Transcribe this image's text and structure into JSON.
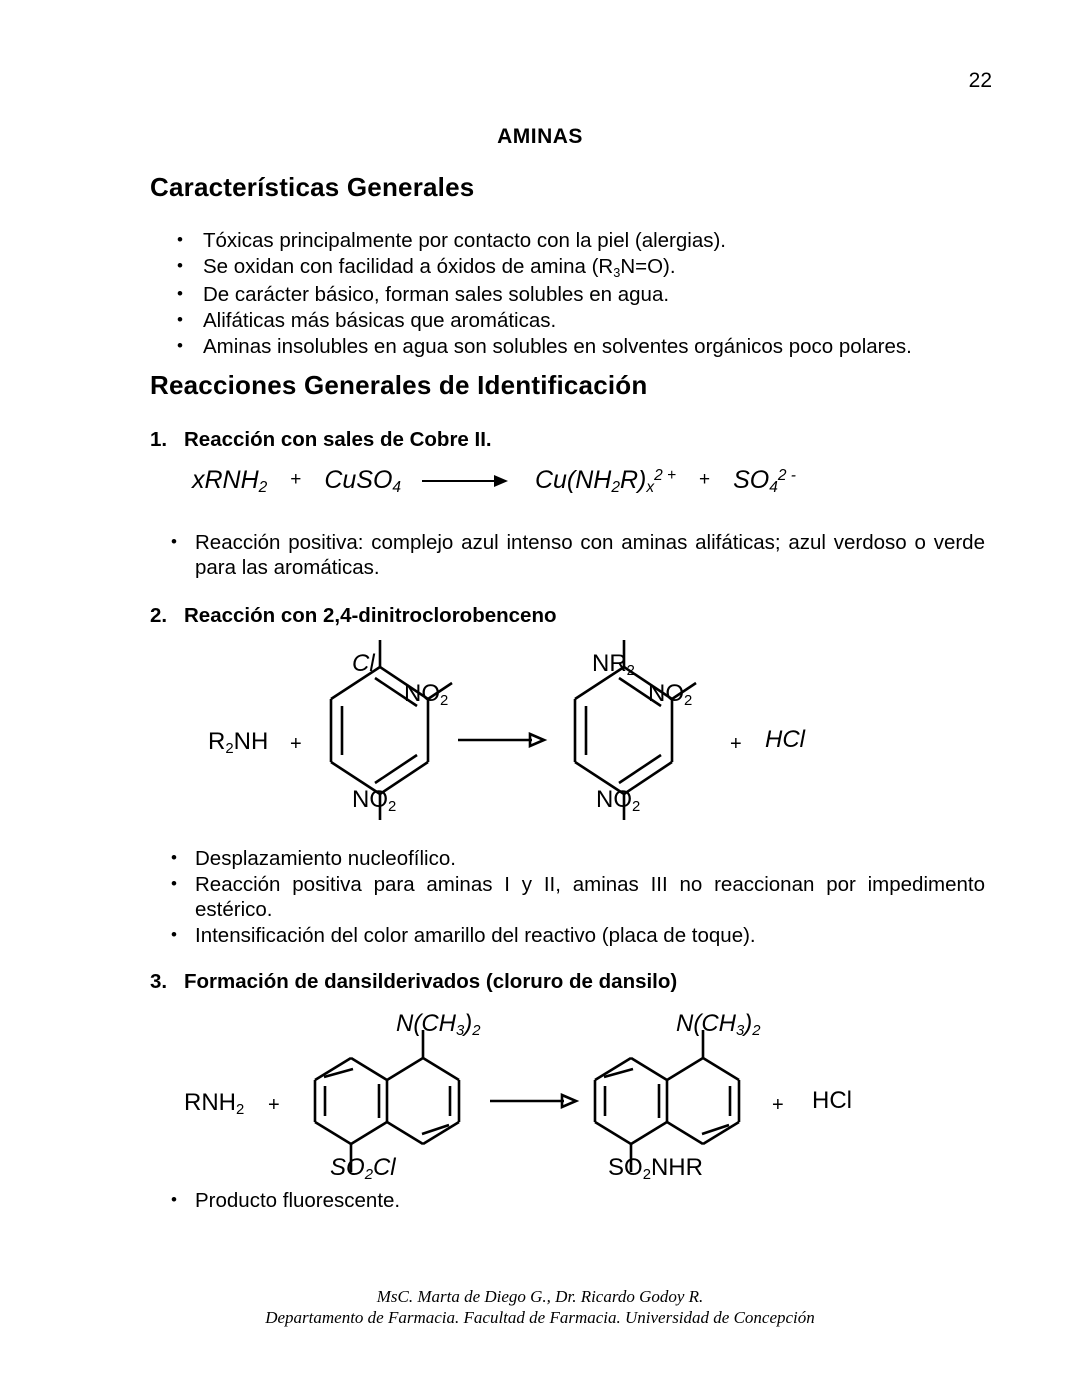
{
  "document": {
    "page_number": "22",
    "title": "AMINAS"
  },
  "sections": {
    "caracteristicas": {
      "heading": "Características Generales",
      "bullets": [
        "Tóxicas principalmente por contacto con la piel (alergias).",
        "Se oxidan con facilidad a óxidos de amina (R3N=O).",
        "De carácter básico, forman sales solubles en agua.",
        "Alifáticas más básicas que aromáticas.",
        "Aminas insolubles en agua son solubles en solventes orgánicos poco polares."
      ]
    },
    "reacciones": {
      "heading": "Reacciones Generales de Identificación"
    }
  },
  "reaction1": {
    "number": "1.",
    "title": "Reacción con sales de Cobre II.",
    "equation": {
      "reactant1": "xRNH",
      "reactant1_sub": "2",
      "plus1": "+",
      "reactant2": "CuSO",
      "reactant2_sub": "4",
      "arrow": "arrow-right",
      "product1": "Cu(NH",
      "product1_sub1": "2",
      "product1_mid": "R)",
      "product1_sub2": "x",
      "product1_sup": "2 +",
      "plus2": "+",
      "product2": "SO",
      "product2_sub": "4",
      "product2_sup": "2 -"
    },
    "bullets": [
      "Reacción positiva: complejo azul intenso con aminas alifáticas; azul verdoso o verde para las aromáticas."
    ]
  },
  "reaction2": {
    "number": "2.",
    "title": "Reacción con 2,4-dinitroclorobenceno",
    "scheme": {
      "amine": "R",
      "amine_sub": "2",
      "amine_rest": "NH",
      "plus_left": "+",
      "reactant_ring": {
        "top_substituent": "Cl",
        "ortho_substituent": "NO",
        "ortho_sub": "2",
        "para_substituent": "NO",
        "para_sub": "2"
      },
      "arrow": "arrow-right",
      "product_ring": {
        "top_substituent": "NR",
        "top_sub": "2",
        "ortho_substituent": "NO",
        "ortho_sub": "2",
        "para_substituent": "NO",
        "para_sub": "2"
      },
      "plus_right": "+",
      "byproduct": "HCl"
    },
    "bullets": [
      "Desplazamiento nucleofílico.",
      "Reacción positiva para aminas I y II, aminas III no reaccionan por impedimento estérico.",
      "Intensificación del color amarillo del reactivo (placa de toque)."
    ]
  },
  "reaction3": {
    "number": "3.",
    "title": "Formación de dansilderivados (cloruro de dansilo)",
    "scheme": {
      "amine": "RNH",
      "amine_sub": "2",
      "plus_left": "+",
      "reactant_ring": {
        "top_substituent": "N(CH",
        "top_sub1": "3",
        "top_mid": ")",
        "top_sub2": "2",
        "bottom_substituent": "SO",
        "bottom_sub": "2",
        "bottom_rest": "Cl"
      },
      "arrow": "arrow-right",
      "product_ring": {
        "top_substituent": "N(CH",
        "top_sub1": "3",
        "top_mid": ")",
        "top_sub2": "2",
        "bottom_substituent": "SO",
        "bottom_sub": "2",
        "bottom_rest": "NHR"
      },
      "plus_right": "+",
      "byproduct": "HCl"
    },
    "bullets": [
      "Producto fluorescente."
    ]
  },
  "footer": {
    "line1": "MsC.  Marta de Diego G.,  Dr. Ricardo Godoy R.",
    "line2": "Departamento de Farmacia. Facultad de Farmacia. Universidad de Concepción"
  }
}
